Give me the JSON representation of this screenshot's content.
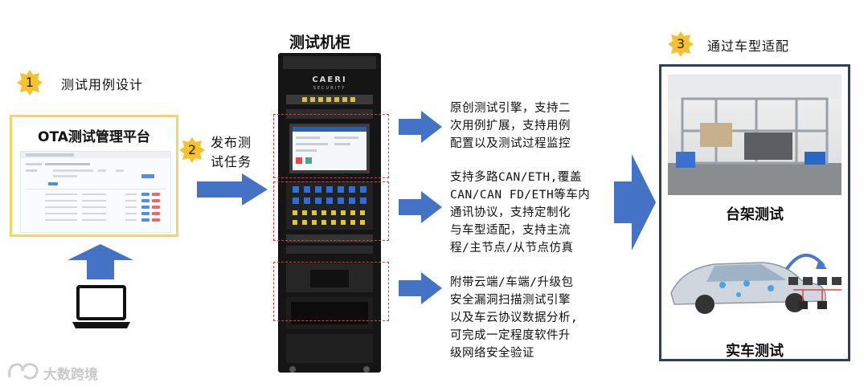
{
  "cabinet": {
    "title": "测试机柜",
    "brand": "CAERI",
    "brand_sub": "SECURITY"
  },
  "steps": [
    {
      "number": "1",
      "label": "测试用例设计"
    },
    {
      "number": "2",
      "label": "发布测\n试任务"
    },
    {
      "number": "3",
      "label": "通过车型适配"
    }
  ],
  "platform": {
    "title": "OTA测试管理平台"
  },
  "descriptions": [
    "原创测试引擎，支持二\n次用例扩展，支持用例\n配置以及测试过程监控",
    "支持多路CAN/ETH,覆盖\nCAN/CAN FD/ETH等车内\n通讯协议，支持定制化\n与车型适配，支持主流\n程/主节点/从节点仿真",
    "附带云端/车端/升级包\n安全漏洞扫描测试引擎\n以及车云协议数据分析,\n可完成一定程度软件升\n级网络安全验证"
  ],
  "results": {
    "bench": "台架测试",
    "vehicle": "实车测试"
  },
  "watermark": "大数跨境",
  "colors": {
    "arrow": "#4472c4",
    "badge": "#f4c12f",
    "platform_border": "#f3d36a",
    "dash": "#e23a3a",
    "result_border": "#2d3f5a"
  }
}
